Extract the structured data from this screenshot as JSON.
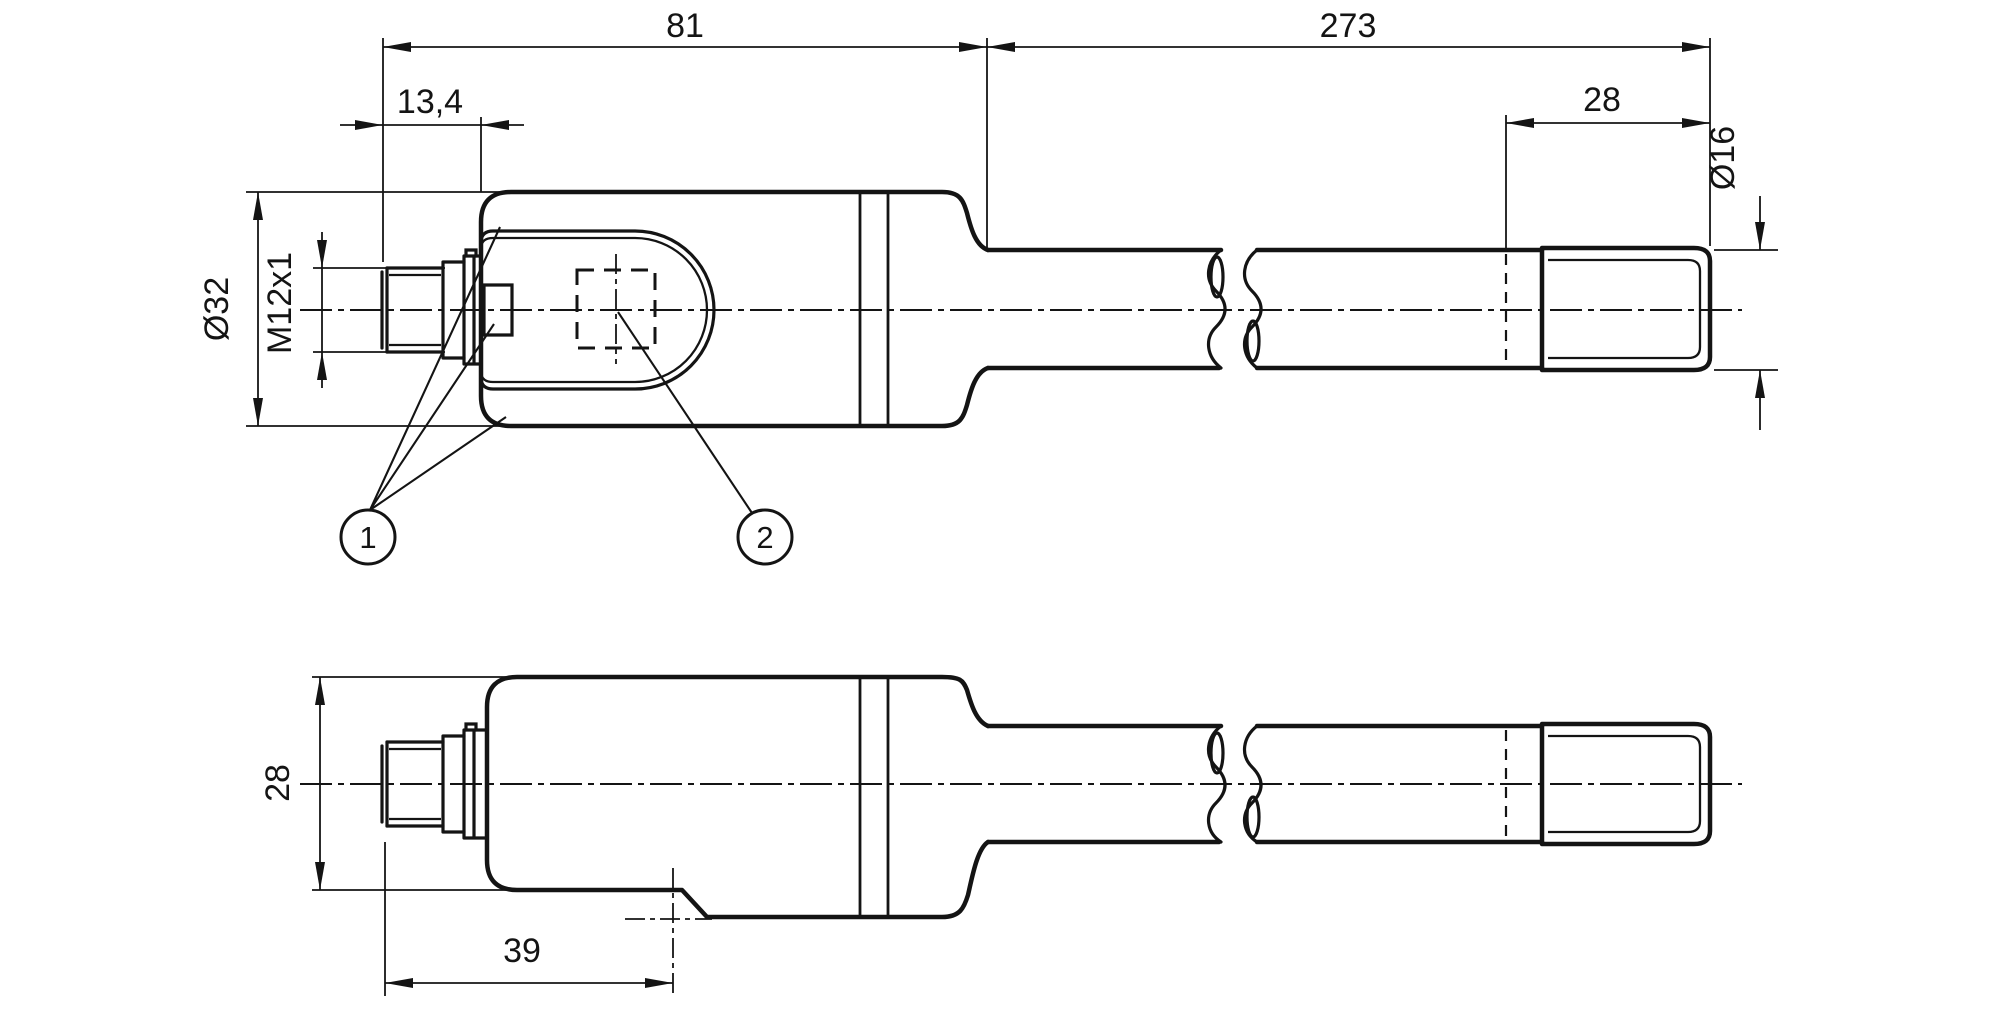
{
  "palette": {
    "background": "#ffffff",
    "line_color": "#141414"
  },
  "top_view": {
    "dim_body_length": "81",
    "dim_cable_length": "273",
    "dim_connector_offset": "13,4",
    "dim_sleeve_length": "28",
    "dim_sleeve_diameter": "Ø16",
    "dim_body_diameter": "Ø32",
    "dim_thread": "M12x1"
  },
  "bottom_view": {
    "dim_body_height": "28",
    "dim_hole_offset": "39"
  },
  "callouts": [
    {
      "label": "1"
    },
    {
      "label": "2"
    }
  ]
}
